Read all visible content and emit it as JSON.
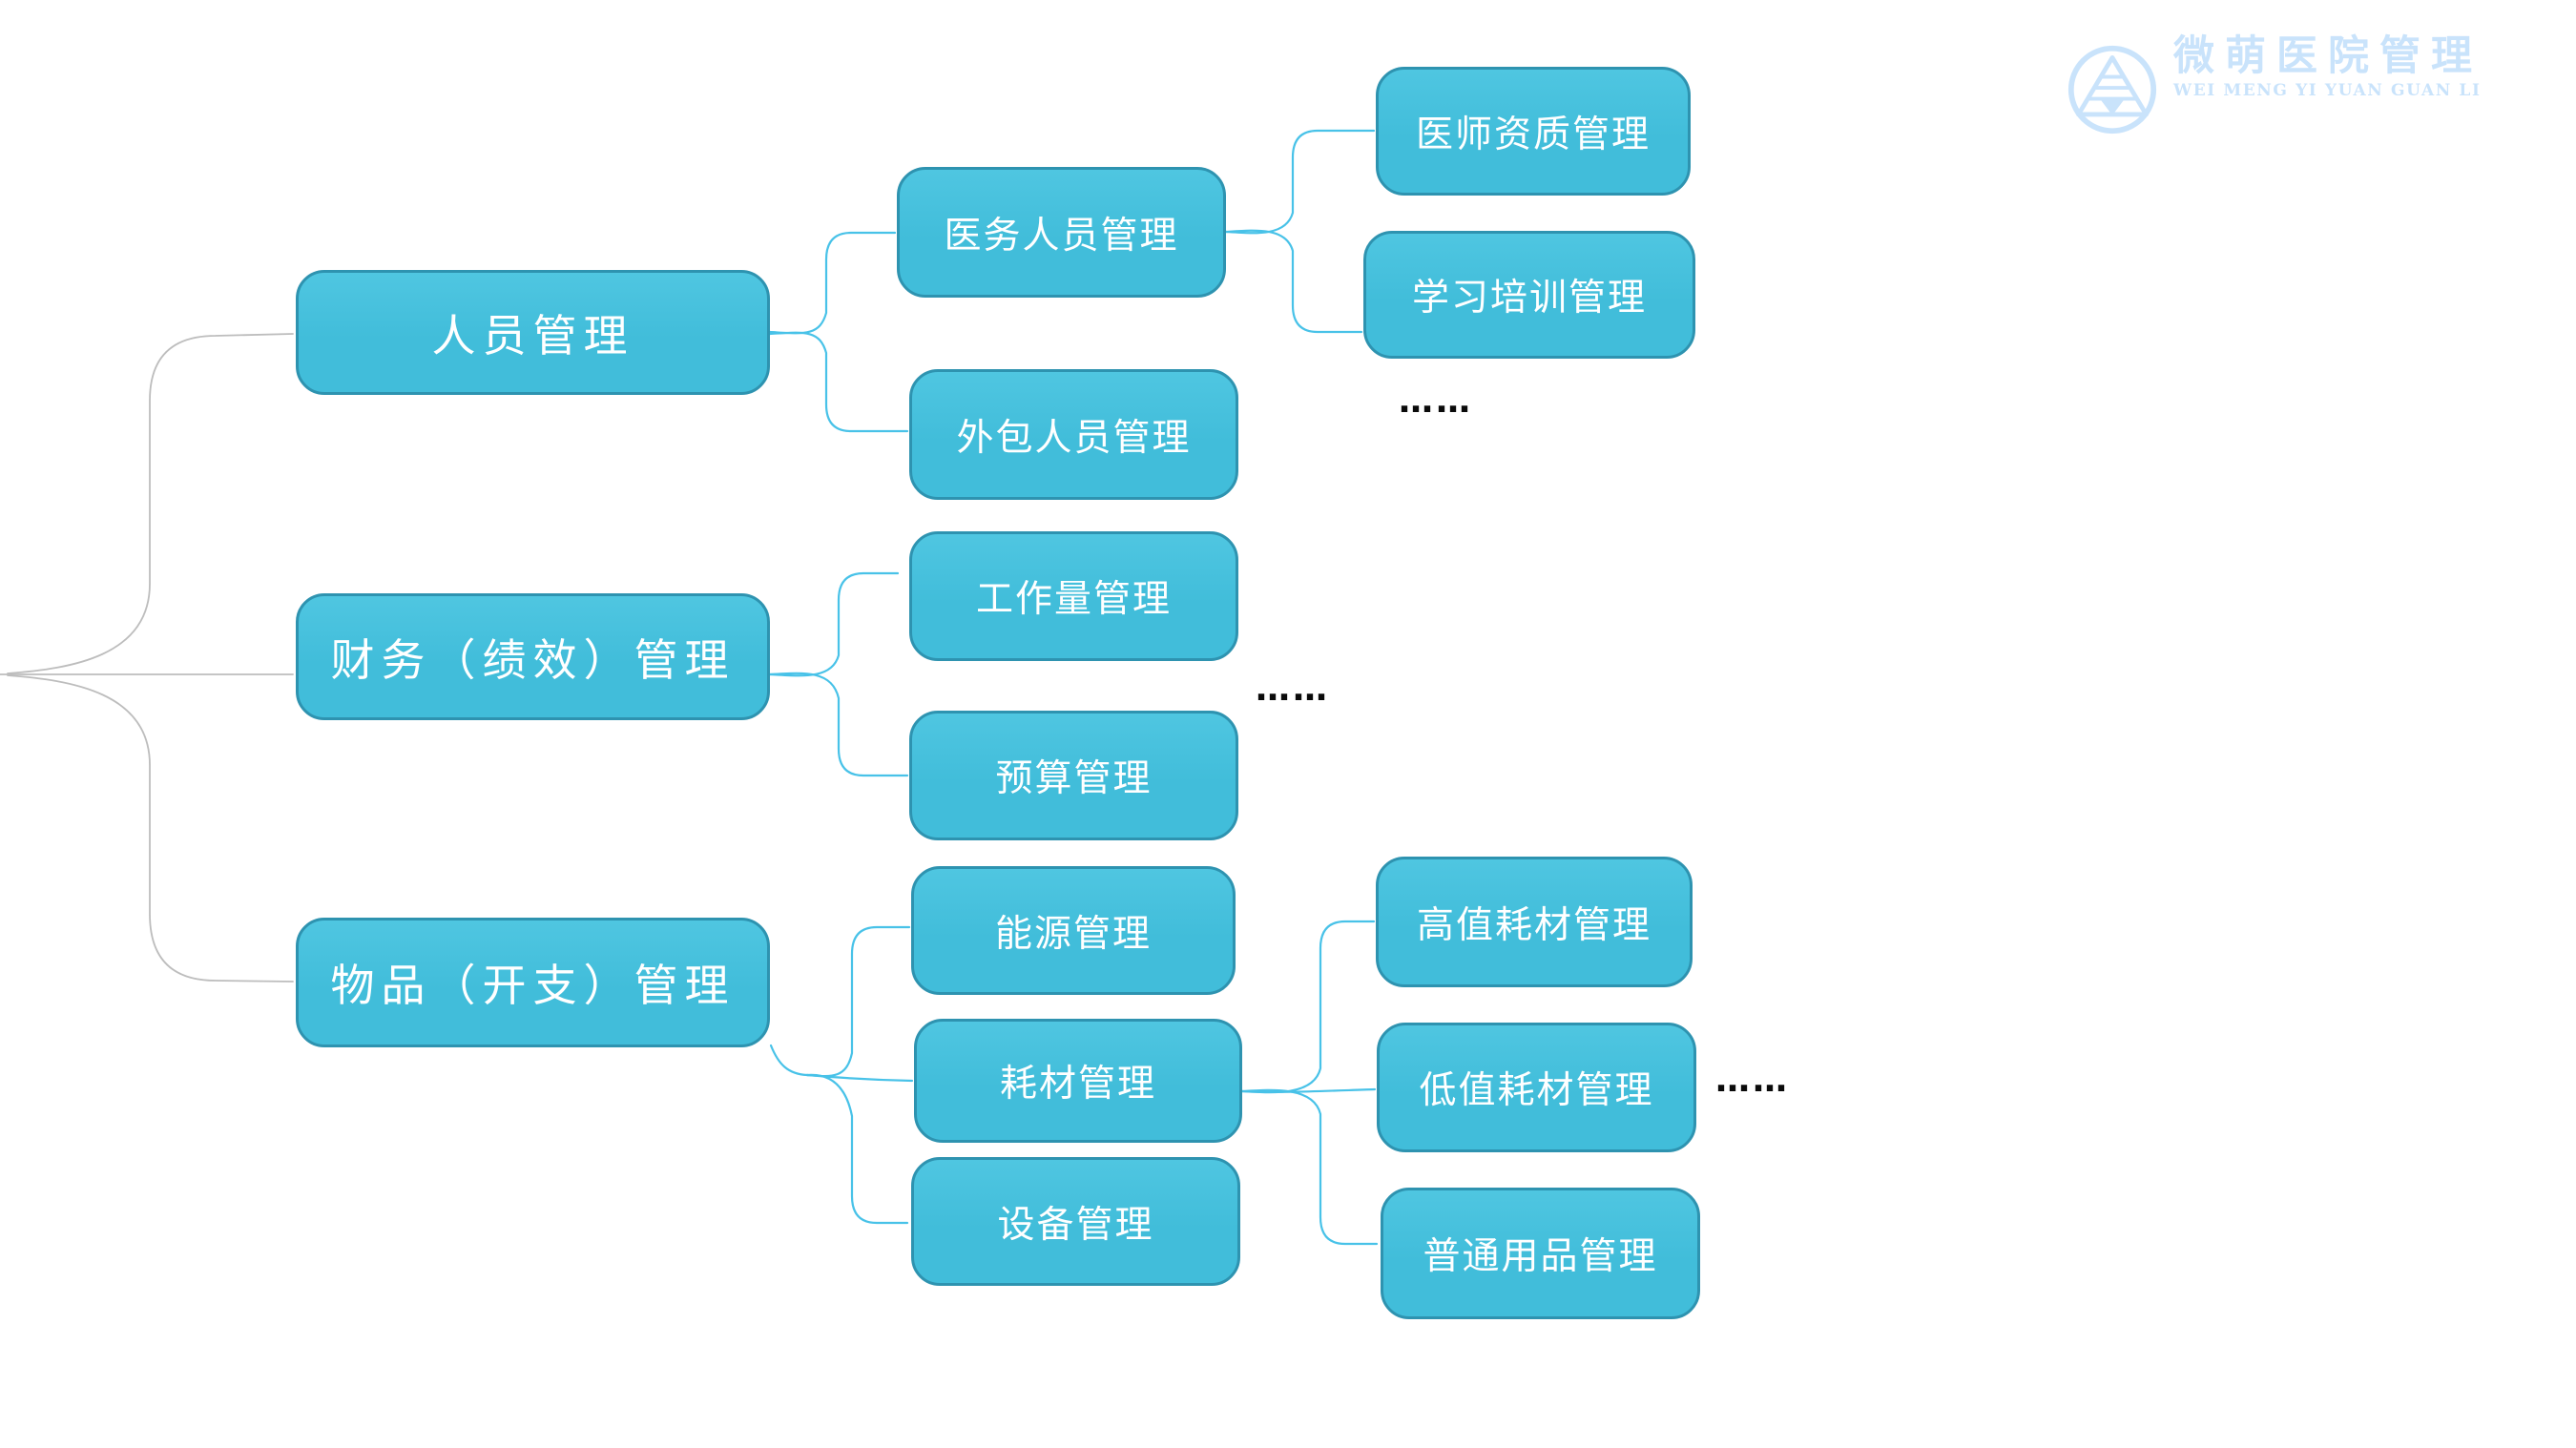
{
  "logo": {
    "title": "微萌医院管理",
    "tagline": "WEI MENG YI YUAN GUAN LI"
  },
  "nodes": {
    "renyuan": {
      "label": "人员管理"
    },
    "yiwu": {
      "label": "医务人员管理"
    },
    "waibao": {
      "label": "外包人员管理"
    },
    "yishi": {
      "label": "医师资质管理"
    },
    "xuexi": {
      "label": "学习培训管理"
    },
    "caiwu": {
      "label": "财务（绩效）管理"
    },
    "gongzuoliang": {
      "label": "工作量管理"
    },
    "yusuan": {
      "label": "预算管理"
    },
    "wupin": {
      "label": "物品（开支）管理"
    },
    "nengyuan": {
      "label": "能源管理"
    },
    "haocai": {
      "label": "耗材管理"
    },
    "shebei": {
      "label": "设备管理"
    },
    "gaozhi": {
      "label": "高值耗材管理"
    },
    "dizhi": {
      "label": "低值耗材管理"
    },
    "putong": {
      "label": "普通用品管理"
    }
  },
  "ellipsis": {
    "more": "……"
  },
  "colors": {
    "node_fill": "#41bdda",
    "node_fill_light": "#4fc6e1",
    "node_border": "#2e93b0",
    "branch_line": "#48c2e8",
    "root_line": "#bdbdbd",
    "logo_color": "#c9e3fb",
    "ellipsis_color": "#0a0a0a"
  }
}
